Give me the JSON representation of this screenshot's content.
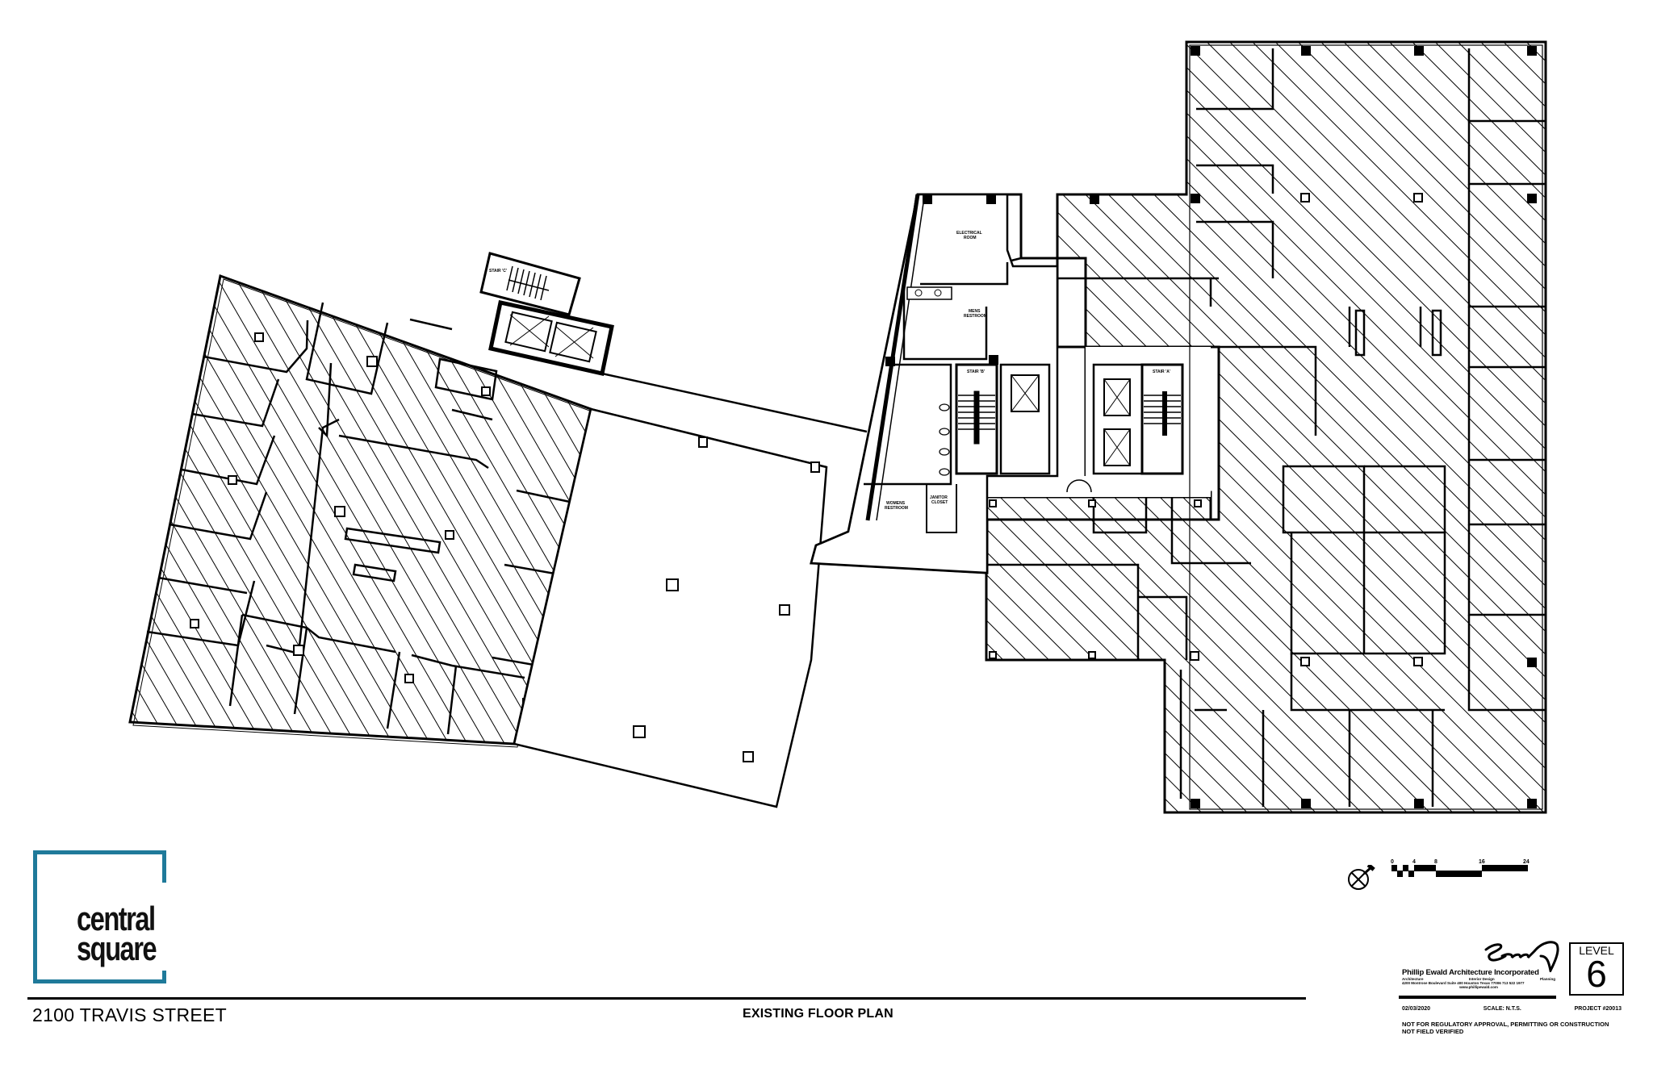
{
  "project": {
    "brand_line1": "central",
    "brand_line2": "square",
    "brand_color": "#1f7a9a",
    "address": "2100 TRAVIS STREET",
    "sheet_title": "EXISTING FLOOR PLAN"
  },
  "plan": {
    "rooms": {
      "electrical_room": [
        "ELECTRICAL",
        "ROOM"
      ],
      "mens_restroom": [
        "MENS",
        "RESTROOM"
      ],
      "womens_restroom": [
        "WOMENS",
        "RESTROOM"
      ],
      "janitor_closet": [
        "JANITOR",
        "CLOSET"
      ],
      "stair_a": "STAIR 'A'",
      "stair_b": "STAIR 'B'",
      "stair_c": "STAIR 'C'"
    },
    "hatch_color": "#000000",
    "line_color": "#000000"
  },
  "legend": {
    "north_arrow": "north-arrow-icon",
    "scale_ticks": [
      "0",
      "4",
      "8",
      "16",
      "24"
    ]
  },
  "title_block": {
    "architect_name": "Phillip Ewald Architecture Incorporated",
    "disciplines": [
      "Architecture",
      "Interior Design",
      "Planning"
    ],
    "address_line": "4200 Montrose Boulevard Suite 400   Houston  Texas 77006   713 522 1977",
    "website": "www.phillipewald.com",
    "level_label": "LEVEL",
    "level_number": "6",
    "date": "02/03/2020",
    "scale": "SCALE: N.T.S.",
    "project_number": "PROJECT #20013",
    "disclaimer_line1": "NOT FOR REGULATORY APPROVAL, PERMITTING OR CONSTRUCTION",
    "disclaimer_line2": "NOT FIELD VERIFIED"
  }
}
